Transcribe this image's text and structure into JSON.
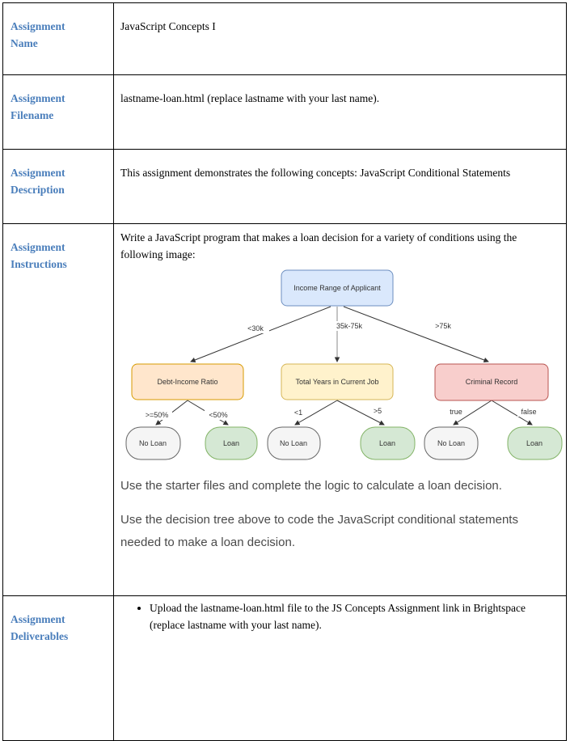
{
  "colors": {
    "heading-blue": "#4a7ebb",
    "sans-text": "#4a4a4a",
    "edge-stroke": "#333333",
    "node-income-fill": "#dae8fc",
    "node-income-stroke": "#6c8ebf",
    "node-debt-fill": "#ffe6cc",
    "node-debt-stroke": "#d79b00",
    "node-job-fill": "#fff2cc",
    "node-job-stroke": "#d6b656",
    "node-criminal-fill": "#f8cecc",
    "node-criminal-stroke": "#b85450",
    "leaf-no-fill": "#f5f5f5",
    "leaf-no-stroke": "#666666",
    "leaf-yes-fill": "#d5e8d4",
    "leaf-yes-stroke": "#82b366"
  },
  "table": {
    "rows": {
      "name": {
        "label": "Assignment Name",
        "value": "JavaScript Concepts I"
      },
      "filename": {
        "label": "Assignment Filename",
        "value": "lastname-loan.html (replace lastname with your last name)."
      },
      "description": {
        "label": "Assignment Description",
        "value": "This assignment demonstrates the following concepts: JavaScript Conditional Statements"
      },
      "instructions": {
        "label": "Assignment Instructions",
        "intro": "Write a JavaScript program that makes a loan decision for a variety of conditions using the following image:",
        "para1": "Use the starter files and complete the logic to calculate a loan decision.",
        "para2": "Use the decision tree above to code the JavaScript conditional statements needed to make a loan decision."
      },
      "deliverables": {
        "label": "Assignment Deliverables",
        "item": "Upload the lastname-loan.html file to the JS Concepts Assignment link in Brightspace (replace lastname with your last name)."
      }
    }
  },
  "tree": {
    "nodes": {
      "root": "Income Range of Applicant",
      "debt": "Debt-Income Ratio",
      "job": "Total Years in Current Job",
      "criminal": "Criminal Record",
      "no_loan": "No Loan",
      "loan": "Loan"
    },
    "edges": {
      "income_low": "<30k",
      "income_mid": "35k-75k",
      "income_high": ">75k",
      "ratio_high": ">=50%",
      "ratio_low": "<50%",
      "years_low": "<1",
      "years_high": ">5",
      "record_true": "true",
      "record_false": "false"
    }
  }
}
